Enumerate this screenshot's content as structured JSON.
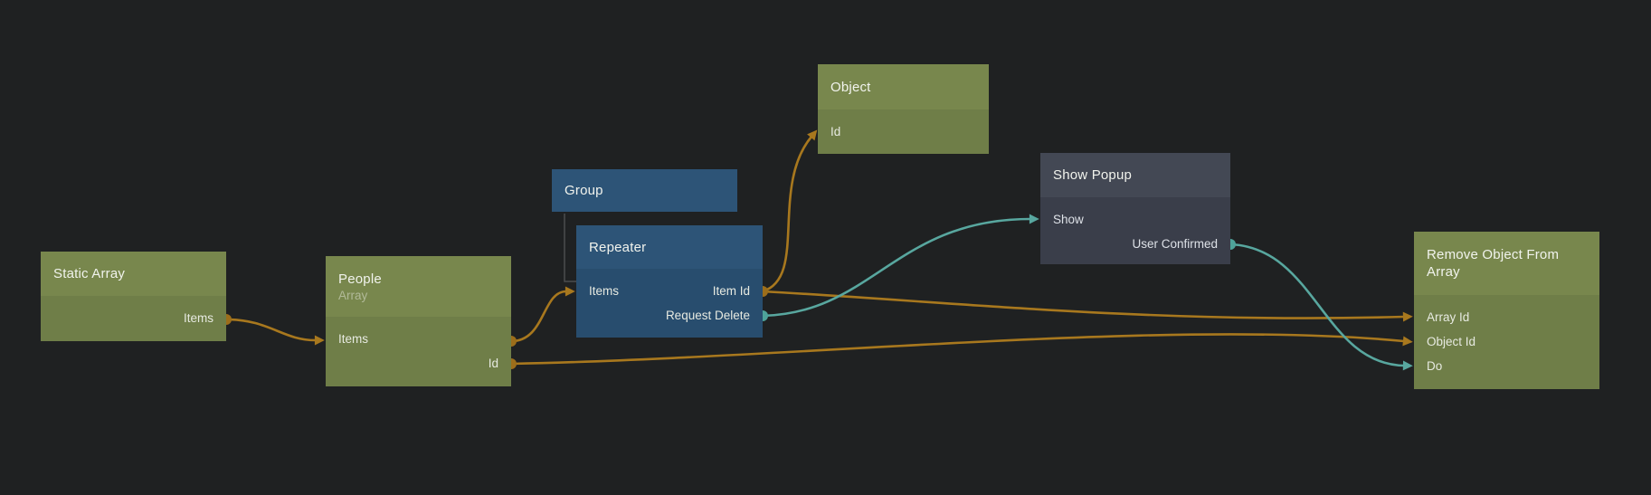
{
  "app": "visual-node-editor-canvas",
  "palette": {
    "background": "#1f2122",
    "wire_orange": "#a8781e",
    "wire_teal": "#58a79f",
    "node_green_header": "#78874d",
    "node_green_body": "#6f7e48",
    "node_blue_header": "#2d5477",
    "node_blue_body": "#284d6e",
    "node_dark_header": "#434854",
    "node_dark_body": "#3a3e4a"
  },
  "nodes": [
    {
      "id": "static-array",
      "title": "Static Array",
      "subtitle": "",
      "kind": "green",
      "ports": [
        {
          "id": "items",
          "label": "Items",
          "align": "right",
          "direction": "out",
          "color": "orange"
        }
      ]
    },
    {
      "id": "people",
      "title": "People",
      "subtitle": "Array",
      "kind": "green",
      "ports": [
        {
          "id": "items",
          "label": "Items",
          "align": "left",
          "direction": "in-out",
          "color": "orange"
        },
        {
          "id": "id",
          "label": "Id",
          "align": "right",
          "direction": "out",
          "color": "orange"
        }
      ]
    },
    {
      "id": "group",
      "title": "Group",
      "subtitle": "",
      "kind": "blue",
      "ports": []
    },
    {
      "id": "repeater",
      "title": "Repeater",
      "subtitle": "",
      "kind": "blue",
      "ports": [
        {
          "id": "items",
          "label": "Items",
          "align": "left",
          "direction": "in",
          "color": "orange"
        },
        {
          "id": "item-id",
          "label": "Item Id",
          "align": "right",
          "direction": "out",
          "color": "orange"
        },
        {
          "id": "request-delete",
          "label": "Request Delete",
          "align": "right",
          "direction": "out",
          "color": "teal"
        }
      ]
    },
    {
      "id": "object",
      "title": "Object",
      "subtitle": "",
      "kind": "green",
      "ports": [
        {
          "id": "id",
          "label": "Id",
          "align": "left",
          "direction": "in",
          "color": "orange"
        }
      ]
    },
    {
      "id": "show-popup",
      "title": "Show Popup",
      "subtitle": "",
      "kind": "dark",
      "ports": [
        {
          "id": "show",
          "label": "Show",
          "align": "left",
          "direction": "in",
          "color": "teal"
        },
        {
          "id": "user-confirmed",
          "label": "User Confirmed",
          "align": "right",
          "direction": "out",
          "color": "teal"
        }
      ]
    },
    {
      "id": "remove-object-from-array",
      "title": "Remove Object From Array",
      "subtitle": "",
      "kind": "green",
      "ports": [
        {
          "id": "array-id",
          "label": "Array Id",
          "align": "left",
          "direction": "in",
          "color": "orange"
        },
        {
          "id": "object-id",
          "label": "Object Id",
          "align": "left",
          "direction": "in",
          "color": "orange"
        },
        {
          "id": "do",
          "label": "Do",
          "align": "left",
          "direction": "in",
          "color": "teal"
        }
      ]
    }
  ],
  "connections": [
    {
      "from": "static-array.items",
      "to": "people.items",
      "color": "orange"
    },
    {
      "from": "people.items",
      "to": "repeater.items",
      "color": "orange"
    },
    {
      "from": "repeater.item-id",
      "to": "object.id",
      "color": "orange"
    },
    {
      "from": "repeater.item-id",
      "to": "remove-object-from-array.array-id",
      "color": "orange"
    },
    {
      "from": "people.id",
      "to": "remove-object-from-array.object-id",
      "color": "orange"
    },
    {
      "from": "repeater.request-delete",
      "to": "show-popup.show",
      "color": "teal"
    },
    {
      "from": "show-popup.user-confirmed",
      "to": "remove-object-from-array.do",
      "color": "teal"
    }
  ],
  "hierarchy": [
    {
      "parent": "group",
      "child": "repeater"
    }
  ]
}
